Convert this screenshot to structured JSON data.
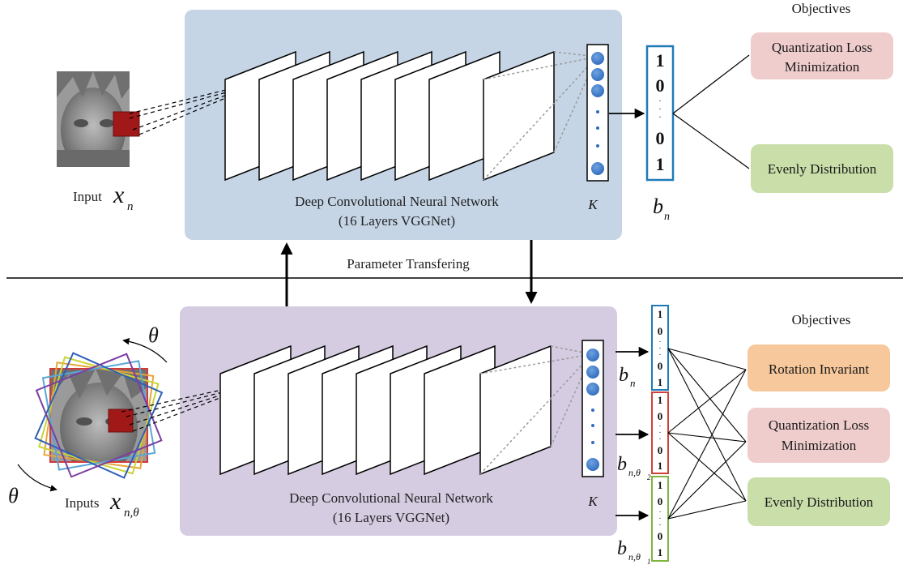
{
  "labels": {
    "objectives": "Objectives",
    "parameter_transfer": "Parameter Transfering",
    "cnn_title": "Deep Convolutional Neural Network",
    "cnn_subtitle": "(16 Layers VGGNet)",
    "k": "K",
    "input_word": "Input",
    "inputs_word": "Inputs",
    "theta": "θ"
  },
  "math": {
    "x": "x",
    "n": "n",
    "n_theta": "n,θ",
    "b": "b",
    "n_theta2": "n,θ",
    "sub2": "2",
    "sub1": "1"
  },
  "bits": {
    "one": "1",
    "zero": "0",
    "dots": "·  ·  ·"
  },
  "top_objectives": {
    "quant_line1": "Quantization Loss",
    "quant_line2": "Minimization",
    "evenly": "Evenly Distribution"
  },
  "bottom_objectives": {
    "rotation": "Rotation Invariant",
    "quant_line1": "Quantization Loss",
    "quant_line2": "Minimization",
    "evenly": "Evenly Distribution"
  },
  "colors": {
    "top_panel": "#c5d5e6",
    "bottom_panel": "#d5cce2",
    "code_top": "#1f7ab8",
    "code_red": "#d0403a",
    "code_green": "#7fb53f",
    "node_blue": "#2f6bbd",
    "quant_box": "#f0cdcd",
    "evenly_box": "#c9dea8",
    "rotation_box": "#f6c89b",
    "patch": "#a01818",
    "rotations": [
      "#7b3fa0",
      "#2e5fb8",
      "#c8d43a",
      "#e8a43a",
      "#5aa7d8",
      "#d23a3a"
    ]
  }
}
